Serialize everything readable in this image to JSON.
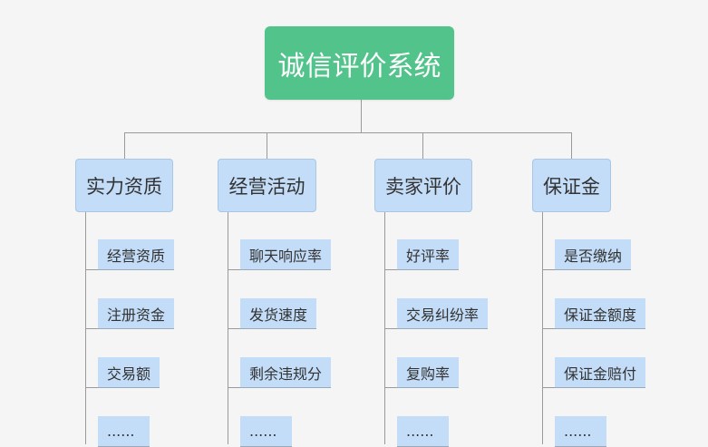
{
  "root": {
    "label": "诚信评价系统"
  },
  "categories": [
    {
      "label": "实力资质",
      "items": [
        "经营资质",
        "注册资金",
        "交易额",
        "......"
      ]
    },
    {
      "label": "经营活动",
      "items": [
        "聊天响应率",
        "发货速度",
        "剩余违规分",
        "......"
      ]
    },
    {
      "label": "卖家评价",
      "items": [
        "好评率",
        "交易纠纷率",
        "复购率",
        "......"
      ]
    },
    {
      "label": "保证金",
      "items": [
        "是否缴纳",
        "保证金额度",
        "保证金赔付",
        "......"
      ]
    }
  ],
  "colors": {
    "root_fill": "#52c38b",
    "node_fill": "#c3dcf7",
    "connector": "#9a9a9a",
    "background": "#f5f5f5"
  }
}
